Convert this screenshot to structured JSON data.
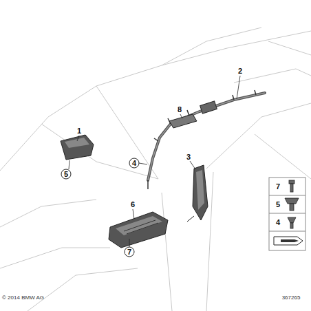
{
  "diagram": {
    "labels": [
      "1",
      "5",
      "2",
      "8",
      "3",
      "4",
      "6",
      "7",
      "7",
      "5",
      "4",
      "© 2014 BMW AG",
      "367265"
    ]
  }
}
